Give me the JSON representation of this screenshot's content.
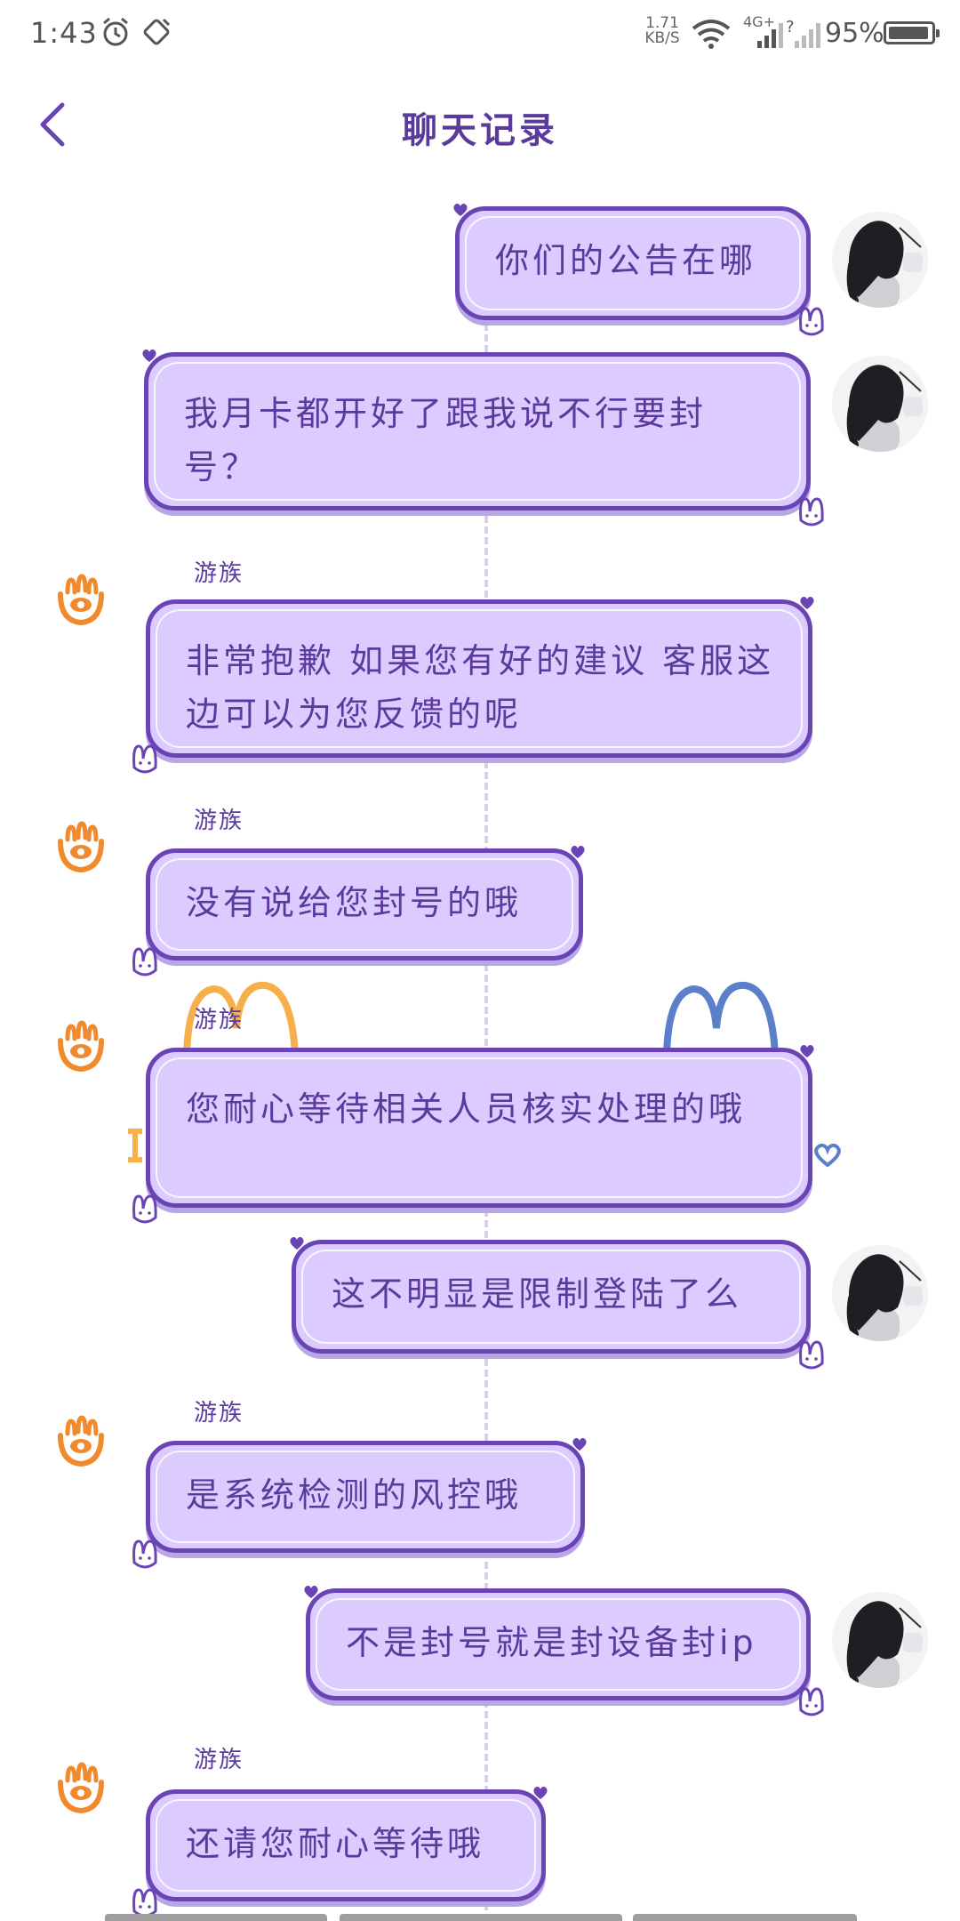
{
  "status_bar": {
    "time": "1:43",
    "net_speed": "1.71",
    "net_unit": "KB/S",
    "network_type": "4G+",
    "battery_percent": "95%",
    "battery_level": 0.95,
    "icons": [
      "alarm-icon",
      "rotate-lock-icon",
      "wifi-icon",
      "signal-icon",
      "battery-icon"
    ]
  },
  "header": {
    "title": "聊天记录",
    "back_icon": "chevron-left-icon"
  },
  "colors": {
    "bubble_fill": "#dccbff",
    "bubble_border": "#6a43b5",
    "text": "#5b3a9e",
    "agent_icon": "#f08a2c"
  },
  "messages": [
    {
      "sender": "user",
      "name": "",
      "text": "你们的公告在哪"
    },
    {
      "sender": "user",
      "name": "",
      "text": "我月卡都开好了跟我说不行要封号？"
    },
    {
      "sender": "agent",
      "name": "游族",
      "text": "非常抱歉 如果您有好的建议 客服这边可以为您反馈的呢"
    },
    {
      "sender": "agent",
      "name": "游族",
      "text": "没有说给您封号的哦"
    },
    {
      "sender": "agent",
      "name": "游族",
      "text": "您耐心等待相关人员核实处理的哦"
    },
    {
      "sender": "user",
      "name": "",
      "text": "这不明显是限制登陆了么"
    },
    {
      "sender": "agent",
      "name": "游族",
      "text": "是系统检测的风控哦"
    },
    {
      "sender": "user",
      "name": "",
      "text": "不是封号就是封设备封ip"
    },
    {
      "sender": "agent",
      "name": "游族",
      "text": "还请您耐心等待哦"
    }
  ]
}
